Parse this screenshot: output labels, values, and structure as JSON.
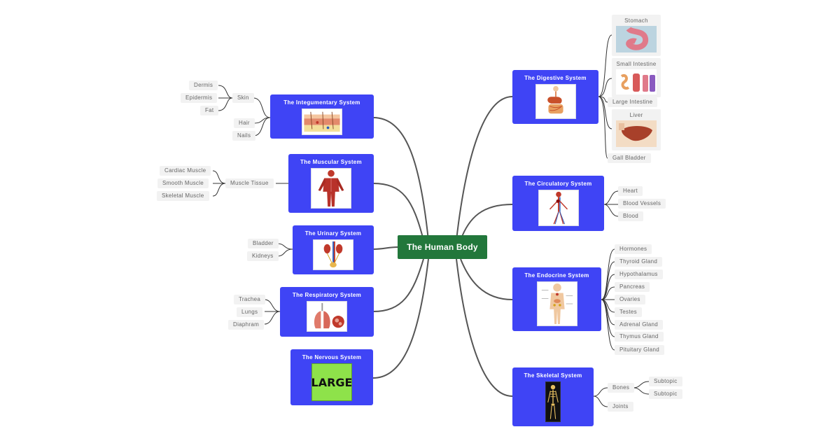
{
  "center": {
    "label": "The Human Body"
  },
  "systems": {
    "integumentary": {
      "title": "The Integumentary System",
      "image_icon": "skin-layers-icon"
    },
    "muscular": {
      "title": "The Muscular System",
      "image_icon": "muscle-anatomy-icon"
    },
    "urinary": {
      "title": "The Urinary System",
      "image_icon": "urinary-tract-icon"
    },
    "respiratory": {
      "title": "The Respiratory System",
      "image_icon": "lungs-icon"
    },
    "nervous": {
      "title": "The Nervous System",
      "image_icon": "large-text-image",
      "image_text": "LARGE"
    },
    "digestive": {
      "title": "The Digestive System",
      "image_icon": "digestive-tract-icon"
    },
    "circulatory": {
      "title": "The Circulatory System",
      "image_icon": "blood-vessels-icon"
    },
    "endocrine": {
      "title": "The Endocrine System",
      "image_icon": "endocrine-glands-icon"
    },
    "skeletal": {
      "title": "The Skeletal System",
      "image_icon": "skeleton-icon"
    }
  },
  "integumentary": {
    "skin": "Skin",
    "hair": "Hair",
    "nails": "Nails",
    "skin_children": [
      "Dermis",
      "Epidermis",
      "Fat"
    ]
  },
  "muscular": {
    "muscle_tissue": "Muscle Tissue",
    "children": [
      "Cardiac Muscle",
      "Smooth Muscle",
      "Skeletal Muscle"
    ]
  },
  "urinary": {
    "children": [
      "Bladder",
      "Kidneys"
    ]
  },
  "respiratory": {
    "children": [
      "Trachea",
      "Lungs",
      "Diaphram"
    ]
  },
  "digestive": {
    "children": [
      "Stomach",
      "Small Intestine",
      "Large Intestine",
      "Liver",
      "Gall Bladder"
    ]
  },
  "circulatory": {
    "children": [
      "Heart",
      "Blood Vessels",
      "Blood"
    ]
  },
  "endocrine": {
    "children": [
      "Hormones",
      "Thyroid Gland",
      "Hypothalamus",
      "Pancreas",
      "Ovaries",
      "Testes",
      "Adrenal Gland",
      "Thymus Gland",
      "Pituitary Gland"
    ]
  },
  "skeletal": {
    "bones": "Bones",
    "joints": "Joints",
    "bones_children": [
      "Subtopic",
      "Subtopic"
    ]
  },
  "colors": {
    "center": "#22773b",
    "system": "#3f44f5",
    "topic": "#f2f2f2",
    "line_main": "#555555",
    "line_sub": "#333333"
  }
}
